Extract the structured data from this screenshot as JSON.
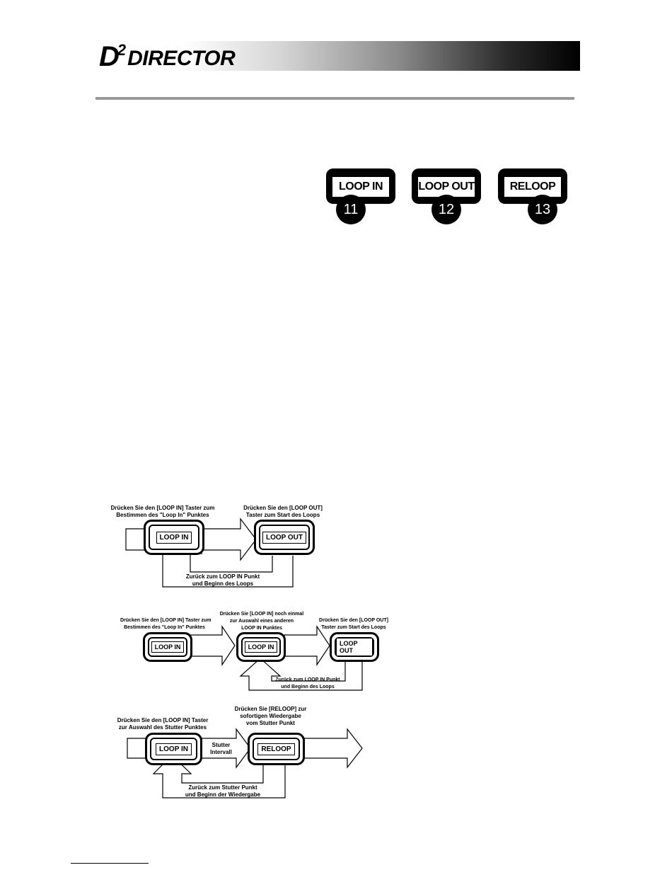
{
  "header": {
    "logo_d": "D",
    "logo_sup": "2",
    "logo_name": "DIRECTOR"
  },
  "buttons": [
    {
      "label": "LOOP IN",
      "number": "11"
    },
    {
      "label": "LOOP OUT",
      "number": "12"
    },
    {
      "label": "RELOOP",
      "number": "13"
    }
  ],
  "diagram1": {
    "caption_left": "Drücken Sie den [LOOP IN] Taster zum\nBestimmen des \"Loop In\" Punktes",
    "caption_right": "Drücken Sie den [LOOP OUT]\nTaster zum Start des Loops",
    "pad1": "LOOP IN",
    "pad2": "LOOP OUT",
    "return_caption": "Zurück zum LOOP IN Punkt\nund Beginn des Loops"
  },
  "diagram2": {
    "caption_left": "Drücken Sie den [LOOP IN] Taster zum\nBestimmen des \"Loop In\" Punktes",
    "caption_mid": "Drücken Sie [LOOP IN] noch einmal\nzur Auswahl eines anderen\nLOOP IN Punktes",
    "caption_right": "Drücken Sie den [LOOP OUT]\nTaster zum Start des Loops",
    "pad1": "LOOP IN",
    "pad2": "LOOP IN",
    "pad3": "LOOP OUT",
    "return_caption": "Zurück zum LOOP IN Punkt\nund Beginn des Loops"
  },
  "diagram3": {
    "caption_left": "Drücken Sie den [LOOP IN] Taster\nzur Auswahl des Stutter Punktes",
    "caption_right": "Drücken Sie [RELOOP] zur\nsofortigen Wiedergabe\nvom Stutter Punkt",
    "pad1": "LOOP IN",
    "pad2": "RELOOP",
    "interval": "Stutter\nIntervall",
    "return_caption": "Zurück zum Stutter Punkt\nund Beginn der Wiedergabe"
  }
}
